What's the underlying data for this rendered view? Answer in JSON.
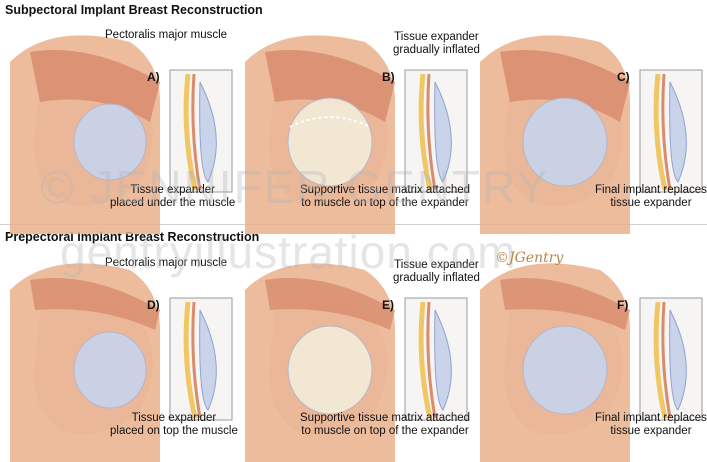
{
  "rows": [
    {
      "title": "Subpectoral Implant Breast Reconstruction",
      "panels": [
        {
          "letter": "A)",
          "top_label": "Pectoralis major muscle",
          "bottom_label_1": "Tissue expander",
          "bottom_label_2": "placed under the muscle"
        },
        {
          "letter": "B)",
          "top_label_1": "Tissue expander",
          "top_label_2": "gradually inflated",
          "bottom_label_1": "Supportive tissue matrix attached",
          "bottom_label_2": "to muscle on top of the expander"
        },
        {
          "letter": "C)",
          "bottom_label_1": "Final implant replaces",
          "bottom_label_2": "tissue expander"
        }
      ]
    },
    {
      "title": "Prepectoral Implant Breast Reconstruction",
      "panels": [
        {
          "letter": "D)",
          "top_label": "Pectoralis major muscle",
          "bottom_label_1": "Tissue expander",
          "bottom_label_2": "placed on top the muscle"
        },
        {
          "letter": "E)",
          "top_label_1": "Tissue expander",
          "top_label_2": "gradually inflated",
          "bottom_label_1": "Supportive tissue matrix attached",
          "bottom_label_2": "to muscle on top of the expander"
        },
        {
          "letter": "F)",
          "bottom_label_1": "Final implant replaces",
          "bottom_label_2": "tissue expander"
        }
      ]
    }
  ],
  "watermark": {
    "line1": "© JENNIFER GENTRY",
    "line2": "gentryillustration.com",
    "signature": "©JGentry"
  },
  "colors": {
    "skin": "#e9b08c",
    "muscle": "#d98b6e",
    "expander": "#c9d3ea",
    "fat": "#f1c766",
    "matrix": "#f3ead7"
  }
}
